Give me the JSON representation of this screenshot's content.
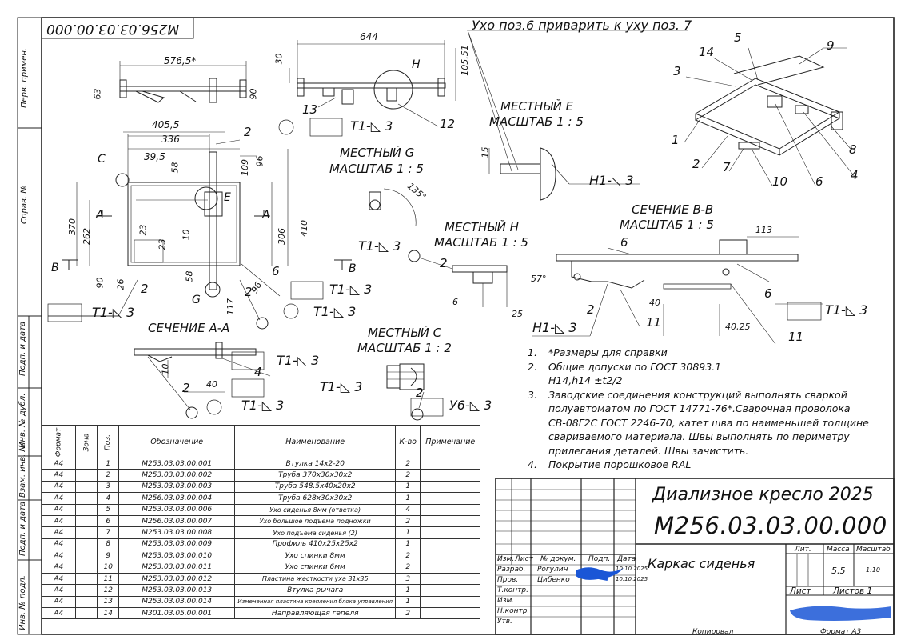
{
  "sheet": {
    "code_top": "М256.03.03.00.000",
    "side_labels": [
      "Перв. примен.",
      "Справ. №",
      "Подп. и дата",
      "Инв. № дубл.",
      "Взам. инв. №",
      "Подп. и дата",
      "Инв. № подл."
    ]
  },
  "views": {
    "top_note": "Ухо поз.6 приварить к уху поз. 7",
    "local_e": [
      "МЕСТНЫЙ E",
      "МАСШТАБ 1 : 5"
    ],
    "local_g": [
      "МЕСТНЫЙ G",
      "МАСШТАБ 1 : 5"
    ],
    "local_h": [
      "МЕСТНЫЙ H",
      "МАСШТАБ 1 : 5"
    ],
    "local_c": [
      "МЕСТНЫЙ C",
      "МАСШТАБ 1 : 2"
    ],
    "section_bb": [
      "СЕЧЕНИЕ B-B",
      "МАСШТАБ 1 : 5"
    ],
    "section_aa": "СЕЧЕНИЕ А-А",
    "dims": [
      "576,5*",
      "644",
      "63",
      "90",
      "30",
      "105,51",
      "405,5",
      "336",
      "39,5",
      "58",
      "109",
      "96",
      "370",
      "262",
      "23",
      "23",
      "10",
      "306",
      "410",
      "90",
      "26",
      "58",
      "96",
      "117",
      "135°",
      "15",
      "6",
      "25",
      "57°",
      "113",
      "40",
      "40,25",
      "10",
      "40"
    ],
    "welds": [
      "T1-◺ 3",
      "H1-◺ 3",
      "У6-◺ 3"
    ],
    "letters": [
      "H",
      "C",
      "E",
      "A",
      "A",
      "B",
      "B",
      "G"
    ],
    "callouts": [
      "1",
      "2",
      "3",
      "4",
      "5",
      "6",
      "7",
      "8",
      "9",
      "10",
      "11",
      "12",
      "13",
      "14"
    ]
  },
  "notes": [
    {
      "n": "1.",
      "text": "*Размеры для справки"
    },
    {
      "n": "2.",
      "text": "Общие допуски по ГОСТ 30893.1"
    },
    {
      "n": "",
      "text": "H14,h14 ±t2/2"
    },
    {
      "n": "3.",
      "text": "Заводские соединения конструкций выполнять сваркой полуавтоматом по ГОСТ 14771-76*.Сварочная проволока СВ-08Г2С ГОСТ 2246-70, катет шва по наименьшей толщине свариваемого материала. Швы выполнять по периметру прилегания деталей. Швы зачистить."
    },
    {
      "n": "4.",
      "text": "Покрытие порошковое RAL"
    }
  ],
  "bom": {
    "headers": [
      "Формат",
      "Зона",
      "Поз.",
      "Обозначение",
      "Наименование",
      "К-во",
      "Примечание"
    ],
    "rows": [
      [
        "А4",
        "",
        "1",
        "М253.03.03.00.001",
        "Втулка 14х2-20",
        "2",
        ""
      ],
      [
        "А4",
        "",
        "2",
        "М253.03.03.00.002",
        "Труба 370х30х30х2",
        "2",
        ""
      ],
      [
        "А4",
        "",
        "3",
        "М253.03.03.00.003",
        "Труба 548.5х40х20х2",
        "1",
        ""
      ],
      [
        "А4",
        "",
        "4",
        "М256.03.03.00.004",
        "Труба 628х30х30х2",
        "1",
        ""
      ],
      [
        "А4",
        "",
        "5",
        "М253.03.03.00.006",
        "Ухо сиденья 8мм (ответка)",
        "4",
        ""
      ],
      [
        "А4",
        "",
        "6",
        "М256.03.03.00.007",
        "Ухо большое подъема подножки",
        "2",
        ""
      ],
      [
        "А4",
        "",
        "7",
        "М253.03.03.00.008",
        "Ухо подъема сиденья (2)",
        "1",
        ""
      ],
      [
        "А4",
        "",
        "8",
        "М253.03.03.00.009",
        "Профиль 410х25х25х2",
        "1",
        ""
      ],
      [
        "А4",
        "",
        "9",
        "М253.03.03.00.010",
        "Ухо спинки 8мм",
        "2",
        ""
      ],
      [
        "А4",
        "",
        "10",
        "М253.03.03.00.011",
        "Ухо спинки 6мм",
        "2",
        ""
      ],
      [
        "А4",
        "",
        "11",
        "М253.03.03.00.012",
        "Пластина жесткости уха 31х35",
        "3",
        ""
      ],
      [
        "А4",
        "",
        "12",
        "М253.03.03.00.013",
        "Втулка рычага",
        "1",
        ""
      ],
      [
        "А4",
        "",
        "13",
        "М253.03.03.00.014",
        "Измененная пластина крепления блока управления",
        "1",
        ""
      ],
      [
        "А4",
        "",
        "14",
        "М301.03.05.00.001",
        "Направляющая гепеля",
        "2",
        ""
      ]
    ]
  },
  "stamp": {
    "title": "Диализное кресло 2025",
    "code": "М256.03.03.00.000",
    "name": "Каркас сиденья",
    "head": [
      "Изм.",
      "Лист",
      "№ докум.",
      "Подп.",
      "Дата"
    ],
    "roles": [
      "Разраб.",
      "Пров.",
      "Т.контр.",
      "Изм.",
      "Н.контр.",
      "Утв."
    ],
    "developer": "Рогулин",
    "checker": "Цибенко",
    "date1": "10.10.2025",
    "date2": "10.10.2025",
    "lit_label": "Лит.",
    "mass_label": "Масса",
    "scale_label": "Масштаб",
    "mass": "5.5",
    "scale": "1:10",
    "sheet_label": "Лист",
    "sheets_label": "Листов 1",
    "copied": "Копировал",
    "format": "Формат А3"
  }
}
